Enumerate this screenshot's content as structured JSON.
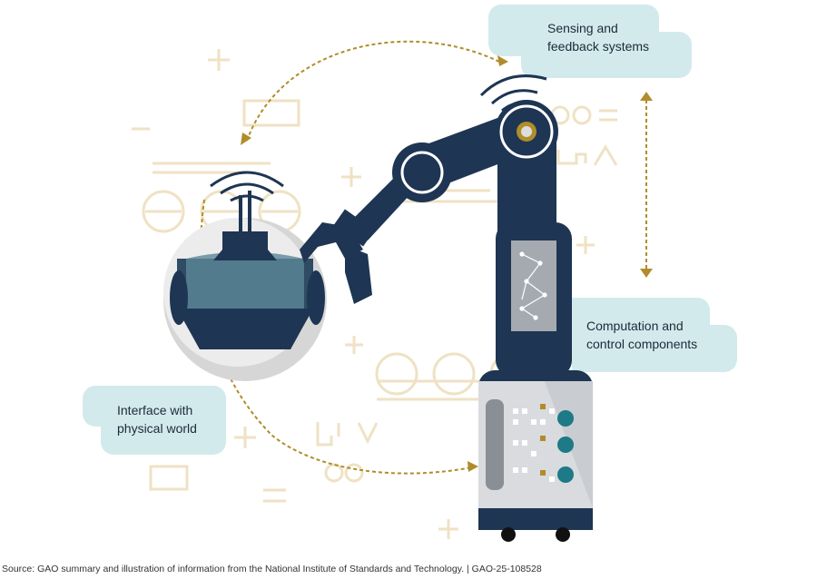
{
  "labels": {
    "sensing": [
      "Sensing and",
      "feedback systems"
    ],
    "computation": [
      "Computation and",
      "control components"
    ],
    "interface": [
      "Interface with",
      "physical world"
    ]
  },
  "source": "Source: GAO summary and illustration of information from the National Institute of Standards and Technology.  |  GAO-25-108528",
  "colors": {
    "navy": "#1e3553",
    "callout": "#d3eaec",
    "gold": "#b08d2a",
    "beige": "#efe2c4"
  }
}
